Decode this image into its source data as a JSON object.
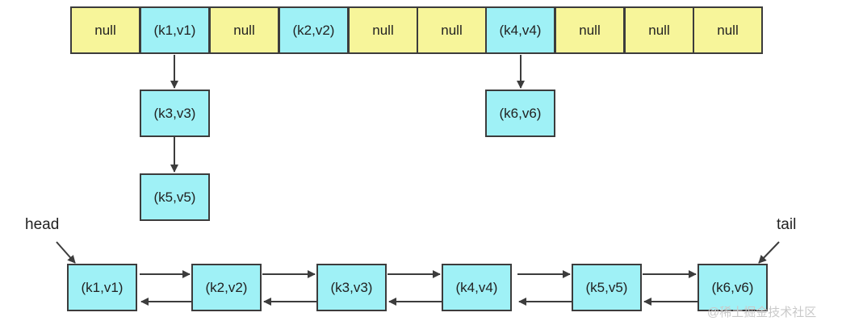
{
  "colors": {
    "null_fill": "#f7f59a",
    "entry_fill": "#9ff1f6",
    "stroke": "#3c3c3c"
  },
  "table": {
    "buckets": [
      {
        "text": "null",
        "kind": "null"
      },
      {
        "text": "(k1,v1)",
        "kind": "entry"
      },
      {
        "text": "null",
        "kind": "null"
      },
      {
        "text": "(k2,v2)",
        "kind": "entry"
      },
      {
        "text": "null",
        "kind": "null"
      },
      {
        "text": "null",
        "kind": "null"
      },
      {
        "text": "(k4,v4)",
        "kind": "entry"
      },
      {
        "text": "null",
        "kind": "null"
      },
      {
        "text": "null",
        "kind": "null"
      },
      {
        "text": "null",
        "kind": "null"
      }
    ]
  },
  "chains": {
    "k3": "(k3,v3)",
    "k5": "(k5,v5)",
    "k6": "(k6,v6)"
  },
  "list": {
    "head_label": "head",
    "tail_label": "tail",
    "nodes": [
      "(k1,v1)",
      "(k2,v2)",
      "(k3,v3)",
      "(k4,v4)",
      "(k5,v5)",
      "(k6,v6)"
    ]
  },
  "watermark": "@稀土掘金技术社区"
}
